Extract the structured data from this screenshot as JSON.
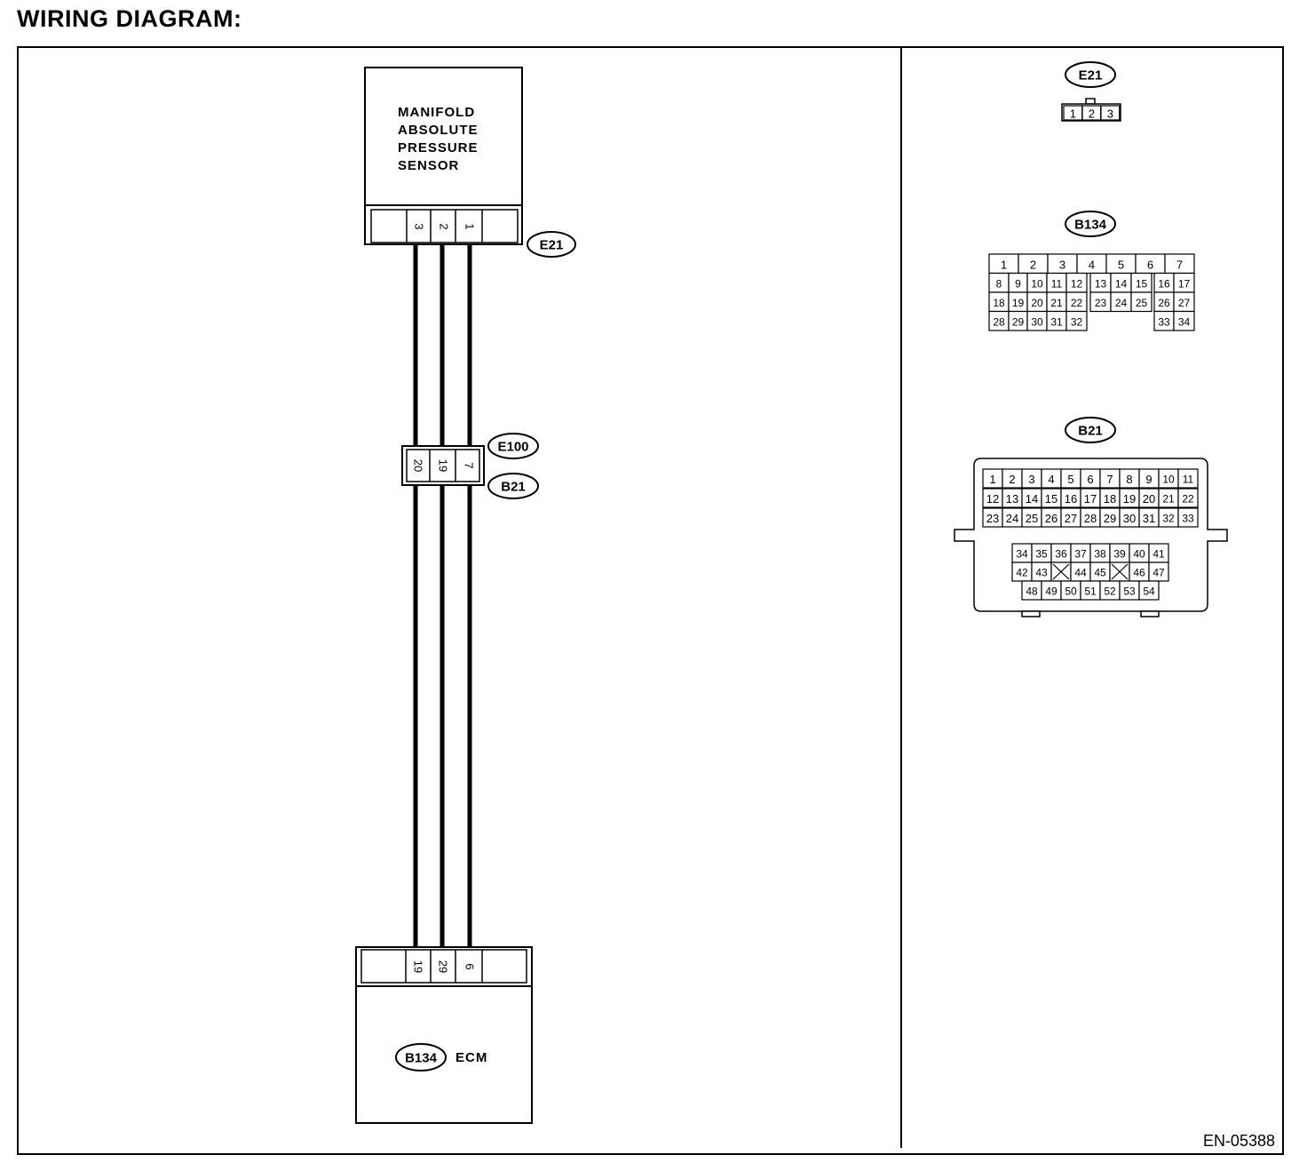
{
  "title": "WIRING DIAGRAM:",
  "figure_code": "EN-05388",
  "sensor": {
    "lines": [
      "MANIFOLD",
      "ABSOLUTE",
      "PRESSURE",
      "SENSOR"
    ],
    "connector": "E21",
    "pins": [
      "3",
      "2",
      "1"
    ]
  },
  "joint": {
    "connector_top": "E100",
    "connector_bottom": "B21",
    "pins": [
      "20",
      "19",
      "7"
    ]
  },
  "ecm": {
    "connector": "B134",
    "label": "ECM",
    "pins": [
      "19",
      "29",
      "6"
    ]
  },
  "views": {
    "e21": {
      "name": "E21",
      "pins": [
        "1",
        "2",
        "3"
      ]
    },
    "b134": {
      "name": "B134",
      "row1": [
        "1",
        "2",
        "3",
        "4",
        "5",
        "6",
        "7"
      ],
      "row2": [
        "8",
        "9",
        "10",
        "11",
        "12",
        "13",
        "14",
        "15",
        "16",
        "17"
      ],
      "row3": [
        "18",
        "19",
        "20",
        "21",
        "22",
        "23",
        "24",
        "25",
        "26",
        "27"
      ],
      "row4": [
        "28",
        "29",
        "30",
        "31",
        "32",
        "33",
        "34"
      ]
    },
    "b21": {
      "name": "B21",
      "row1": [
        "1",
        "2",
        "3",
        "4",
        "5",
        "6",
        "7",
        "8",
        "9",
        "10",
        "11"
      ],
      "row2": [
        "12",
        "13",
        "14",
        "15",
        "16",
        "17",
        "18",
        "19",
        "20",
        "21",
        "22"
      ],
      "row3": [
        "23",
        "24",
        "25",
        "26",
        "27",
        "28",
        "29",
        "30",
        "31",
        "32",
        "33"
      ],
      "row4": [
        "34",
        "35",
        "36",
        "37",
        "38",
        "39",
        "40",
        "41"
      ],
      "row5": [
        "42",
        "43",
        "44",
        "45",
        "46",
        "47"
      ],
      "row6": [
        "48",
        "49",
        "50",
        "51",
        "52",
        "53",
        "54"
      ]
    }
  }
}
